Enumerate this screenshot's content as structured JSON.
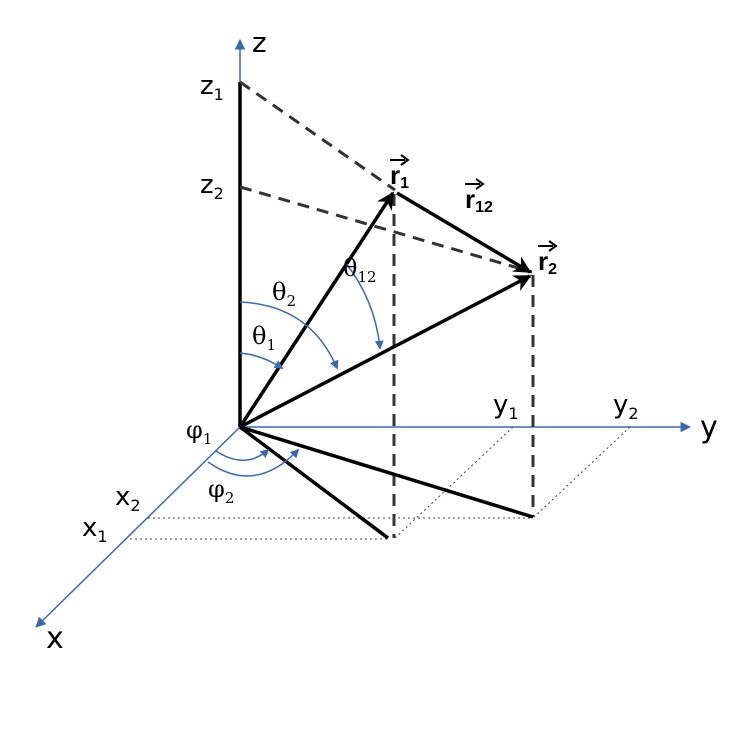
{
  "axes": {
    "x": "x",
    "y": "y",
    "z": "z"
  },
  "ticks": {
    "z1": {
      "base": "z",
      "sub": "1"
    },
    "z2": {
      "base": "z",
      "sub": "2"
    },
    "y1": {
      "base": "y",
      "sub": "1"
    },
    "y2": {
      "base": "y",
      "sub": "2"
    },
    "x1": {
      "base": "x",
      "sub": "1"
    },
    "x2": {
      "base": "x",
      "sub": "2"
    }
  },
  "angles": {
    "theta1": {
      "base": "θ",
      "sub": "1"
    },
    "theta2": {
      "base": "θ",
      "sub": "2"
    },
    "theta12": {
      "base": "θ",
      "sub": "12"
    },
    "phi1": {
      "base": "φ",
      "sub": "1"
    },
    "phi2": {
      "base": "φ",
      "sub": "2"
    }
  },
  "vectors": {
    "r1": {
      "base": "r",
      "sub": "1"
    },
    "r2": {
      "base": "r",
      "sub": "2"
    },
    "r12": {
      "base": "r",
      "sub": "12"
    }
  },
  "colors": {
    "axis": "#3a6aa8",
    "vector": "#000000",
    "dashed": "#333333"
  }
}
